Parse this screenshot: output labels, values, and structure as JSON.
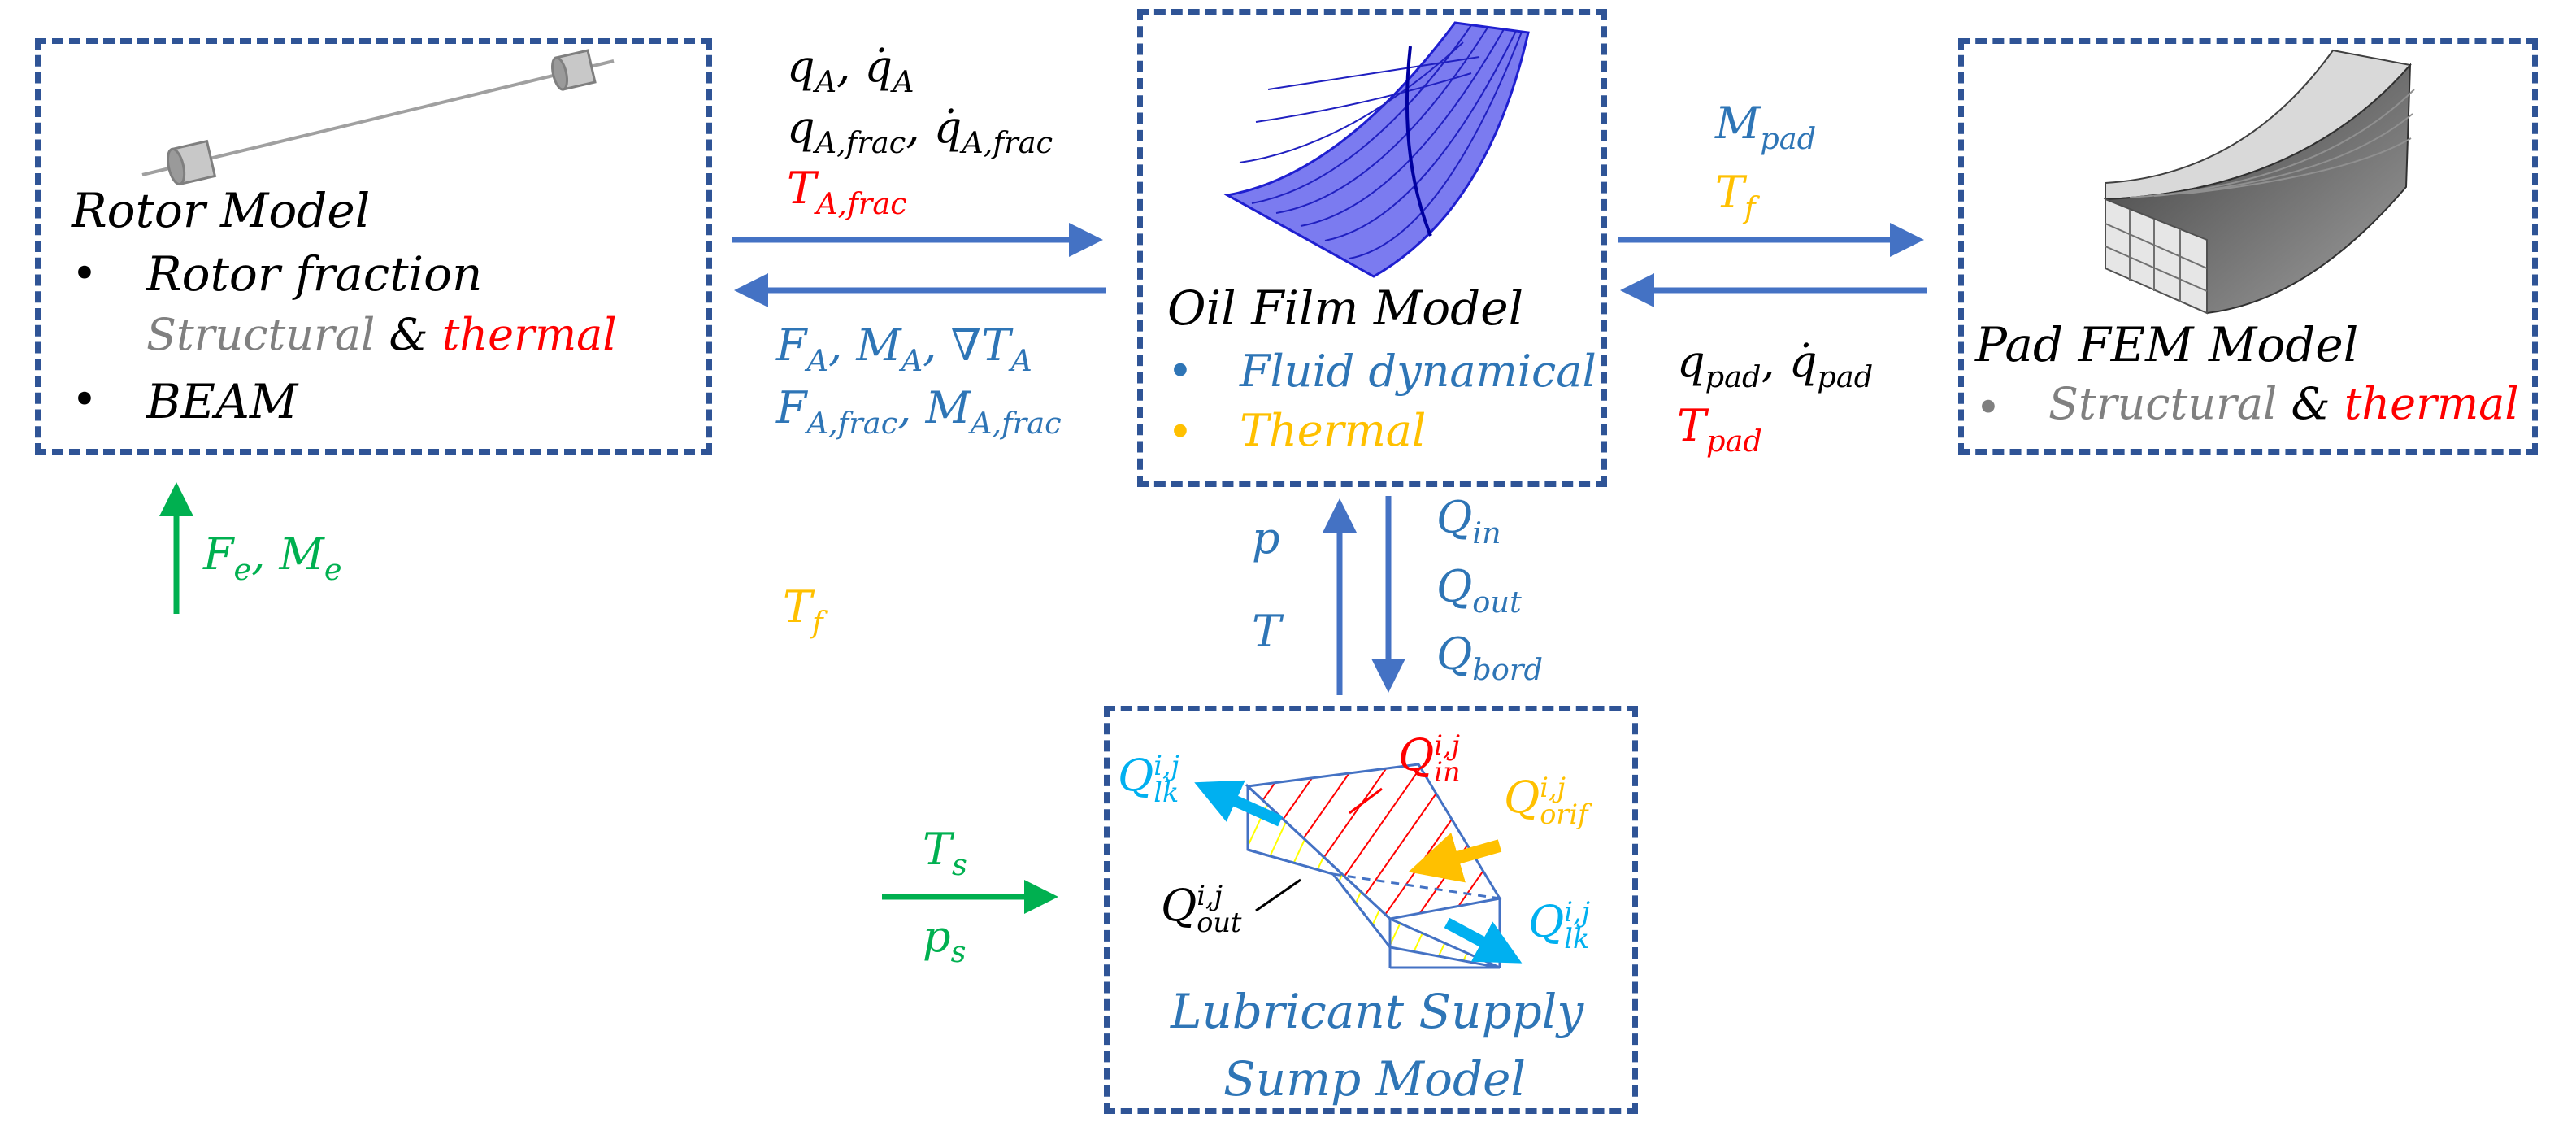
{
  "colors": {
    "box_border": "#2f5496",
    "arrow_blue": "#4472c4",
    "blue_text": "#2e75b6",
    "red": "#ff0000",
    "orange": "#ffc000",
    "green": "#00b050",
    "gray": "#808080",
    "cyan": "#00b0f0",
    "black": "#000000"
  },
  "rotor": {
    "title": "Rotor Model",
    "bullet1": "Rotor fraction",
    "structural": "Structural",
    "amp": " & ",
    "thermal": "thermal",
    "bullet2": "BEAM"
  },
  "oil": {
    "title": "Oil Film Model",
    "item1": "Fluid dynamical",
    "item2": "Thermal"
  },
  "pad": {
    "title": "Pad FEM Model",
    "structural": "Structural",
    "amp": " & ",
    "thermal": "thermal"
  },
  "sump": {
    "title_line1": "Lubricant Supply",
    "title_line2": "Sump Model"
  },
  "labels": {
    "q": "q",
    "A": "A",
    "Afrac": "A,frac",
    "T": "T",
    "F": "F",
    "M": "M",
    "nablaT": "∇T",
    "pad_sub": "pad",
    "f": "f",
    "e": "e",
    "s": "s",
    "p": "p",
    "Q": "Q",
    "in": "in",
    "out": "out",
    "bord": "bord",
    "ij": "i,j",
    "lk": "lk",
    "orif": "orif",
    "comma": ", "
  }
}
